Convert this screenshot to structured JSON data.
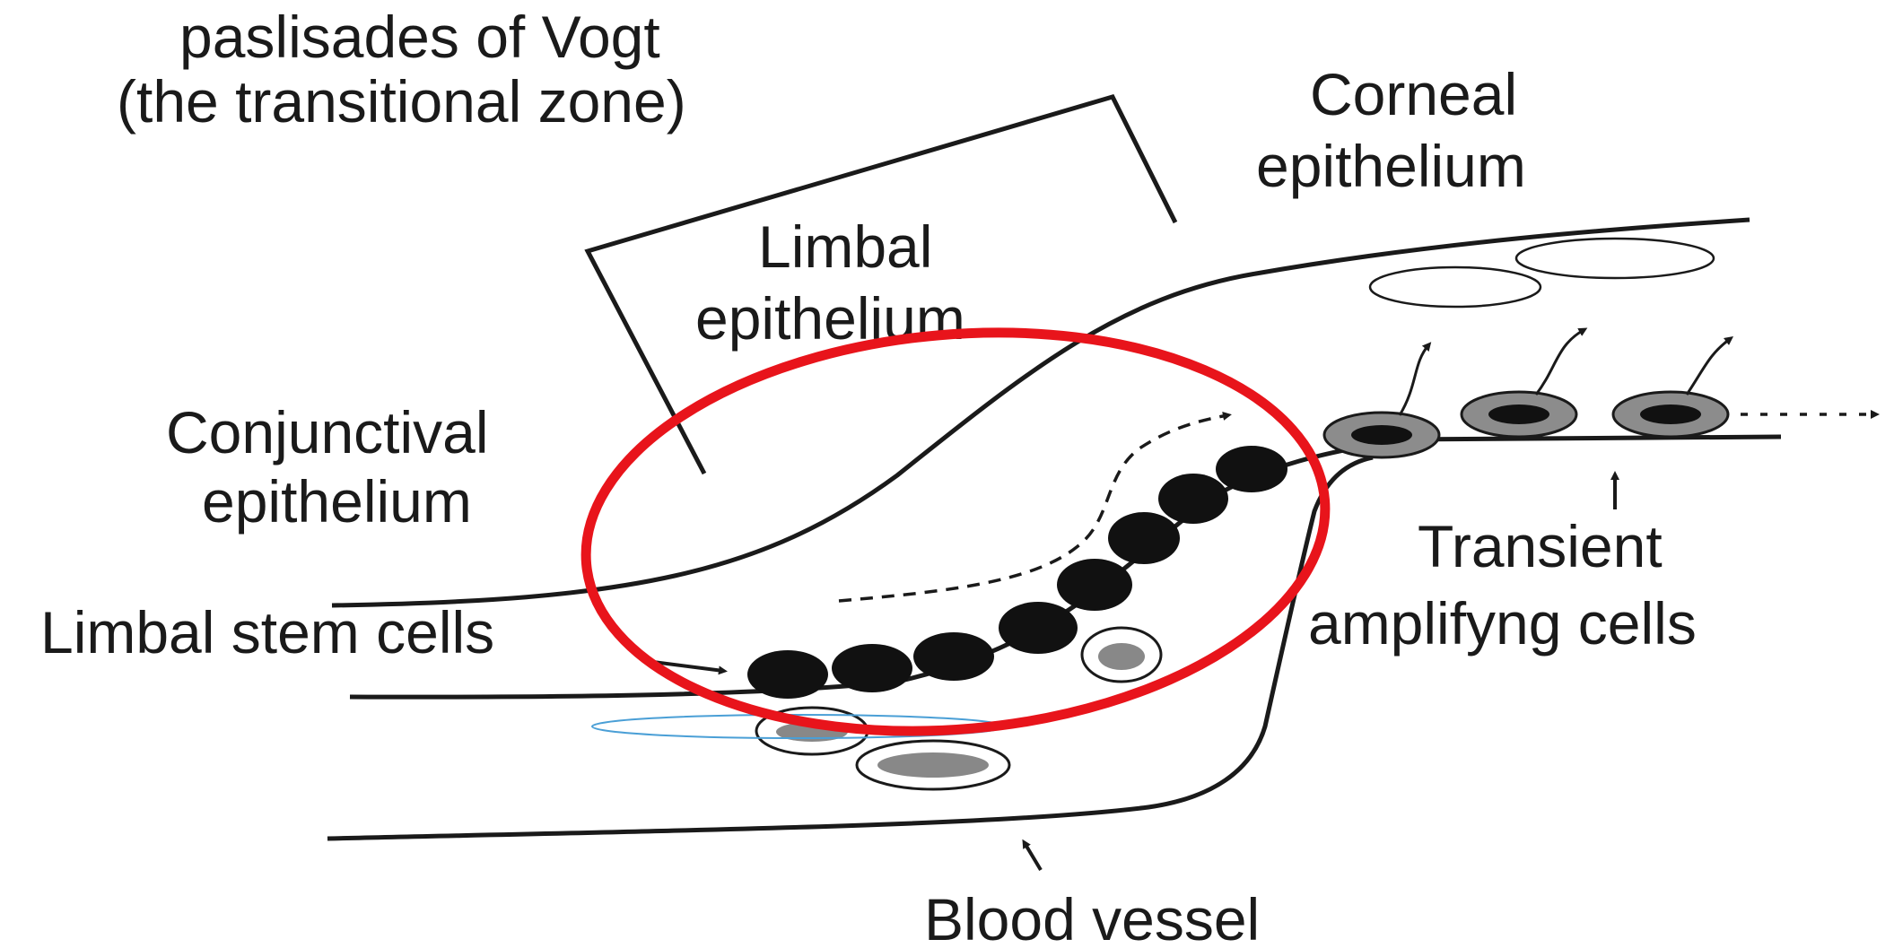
{
  "labels": {
    "palisades_line1": "paslisades of Vogt",
    "palisades_line2": "(the transitional zone)",
    "corneal_line1": "Corneal",
    "corneal_line2": "epithelium",
    "limbal_line1": "Limbal",
    "limbal_line2": "epithelium",
    "conjunctival_line1": "Conjunctival",
    "conjunctival_line2": "epithelium",
    "limbal_stem_cells": "Limbal stem cells",
    "transient_line1": "Transient",
    "transient_line2": "amplifyng cells",
    "blood_vessel": "Blood vessel"
  },
  "colors": {
    "line": "#1a1a1a",
    "stem_cell": "#111111",
    "ta_cell_ring": "#8c8c8c",
    "ta_cell_nucleus": "#111111",
    "stromal_nucleus": "#888888",
    "highlight_circle": "#e8141b",
    "thin_blue_outline": "#4a9fd6"
  }
}
